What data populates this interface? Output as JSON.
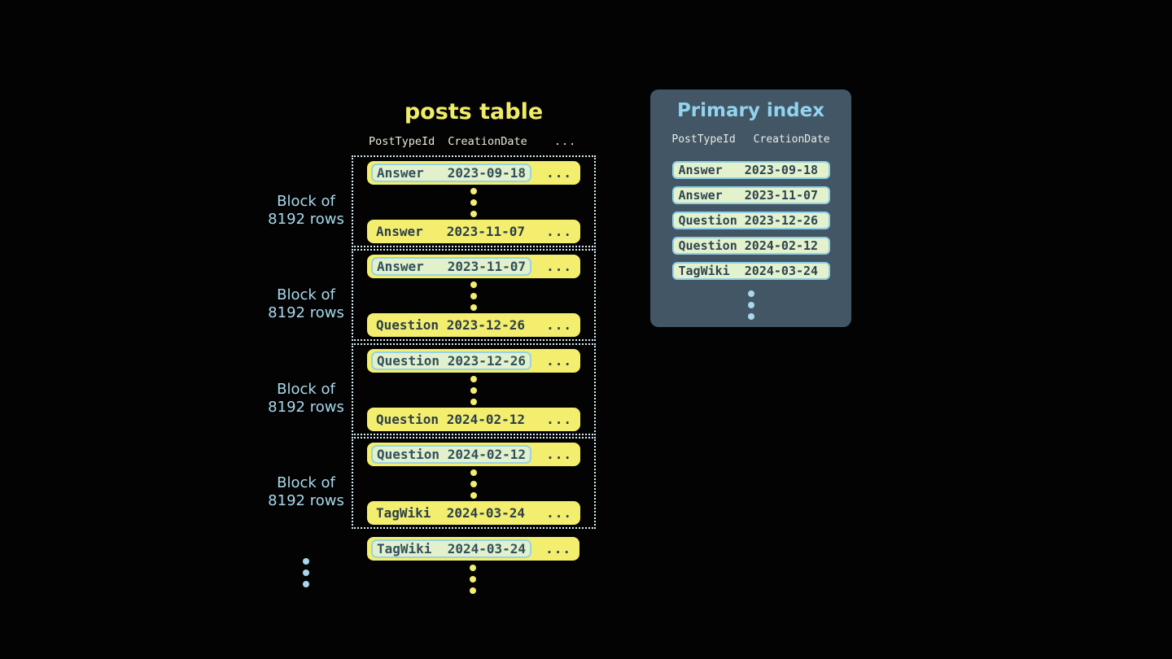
{
  "colors": {
    "background": "#030303",
    "row_yellow": "#f3ee6e",
    "row_text": "#2c3f4c",
    "highlight_green": "#e2f0cb",
    "highlight_border_blue": "#96d3e6",
    "accent_light_blue": "#a7d9ec",
    "dotted_block_border": "#d9edf5",
    "panel_background": "#435665",
    "panel_title_blue": "#92d3ee",
    "title_yellow": "#f1ec68"
  },
  "posts_table": {
    "title": "posts table",
    "header": {
      "col1": "PostTypeId",
      "col2": "CreationDate",
      "ellipsis": "..."
    },
    "block_label_line1": "Block of",
    "block_label_line2": "8192 rows",
    "row_ellipsis": "...",
    "blocks": [
      {
        "first": {
          "type": "Answer",
          "date": "2023-09-18"
        },
        "last": {
          "type": "Answer",
          "date": "2023-11-07"
        }
      },
      {
        "first": {
          "type": "Answer",
          "date": "2023-11-07"
        },
        "last": {
          "type": "Question",
          "date": "2023-12-26"
        }
      },
      {
        "first": {
          "type": "Question",
          "date": "2023-12-26"
        },
        "last": {
          "type": "Question",
          "date": "2024-02-12"
        }
      },
      {
        "first": {
          "type": "Question",
          "date": "2024-02-12"
        },
        "last": {
          "type": "TagWiki",
          "date": "2024-03-24"
        }
      }
    ],
    "overflow_row": {
      "type": "TagWiki",
      "date": "2024-03-24"
    }
  },
  "primary_index": {
    "title": "Primary index",
    "header": {
      "col1": "PostTypeId",
      "col2": "CreationDate"
    },
    "rows": [
      {
        "type": "Answer",
        "date": "2023-09-18"
      },
      {
        "type": "Answer",
        "date": "2023-11-07"
      },
      {
        "type": "Question",
        "date": "2023-12-26"
      },
      {
        "type": "Question",
        "date": "2024-02-12"
      },
      {
        "type": "TagWiki",
        "date": "2024-03-24"
      }
    ]
  }
}
